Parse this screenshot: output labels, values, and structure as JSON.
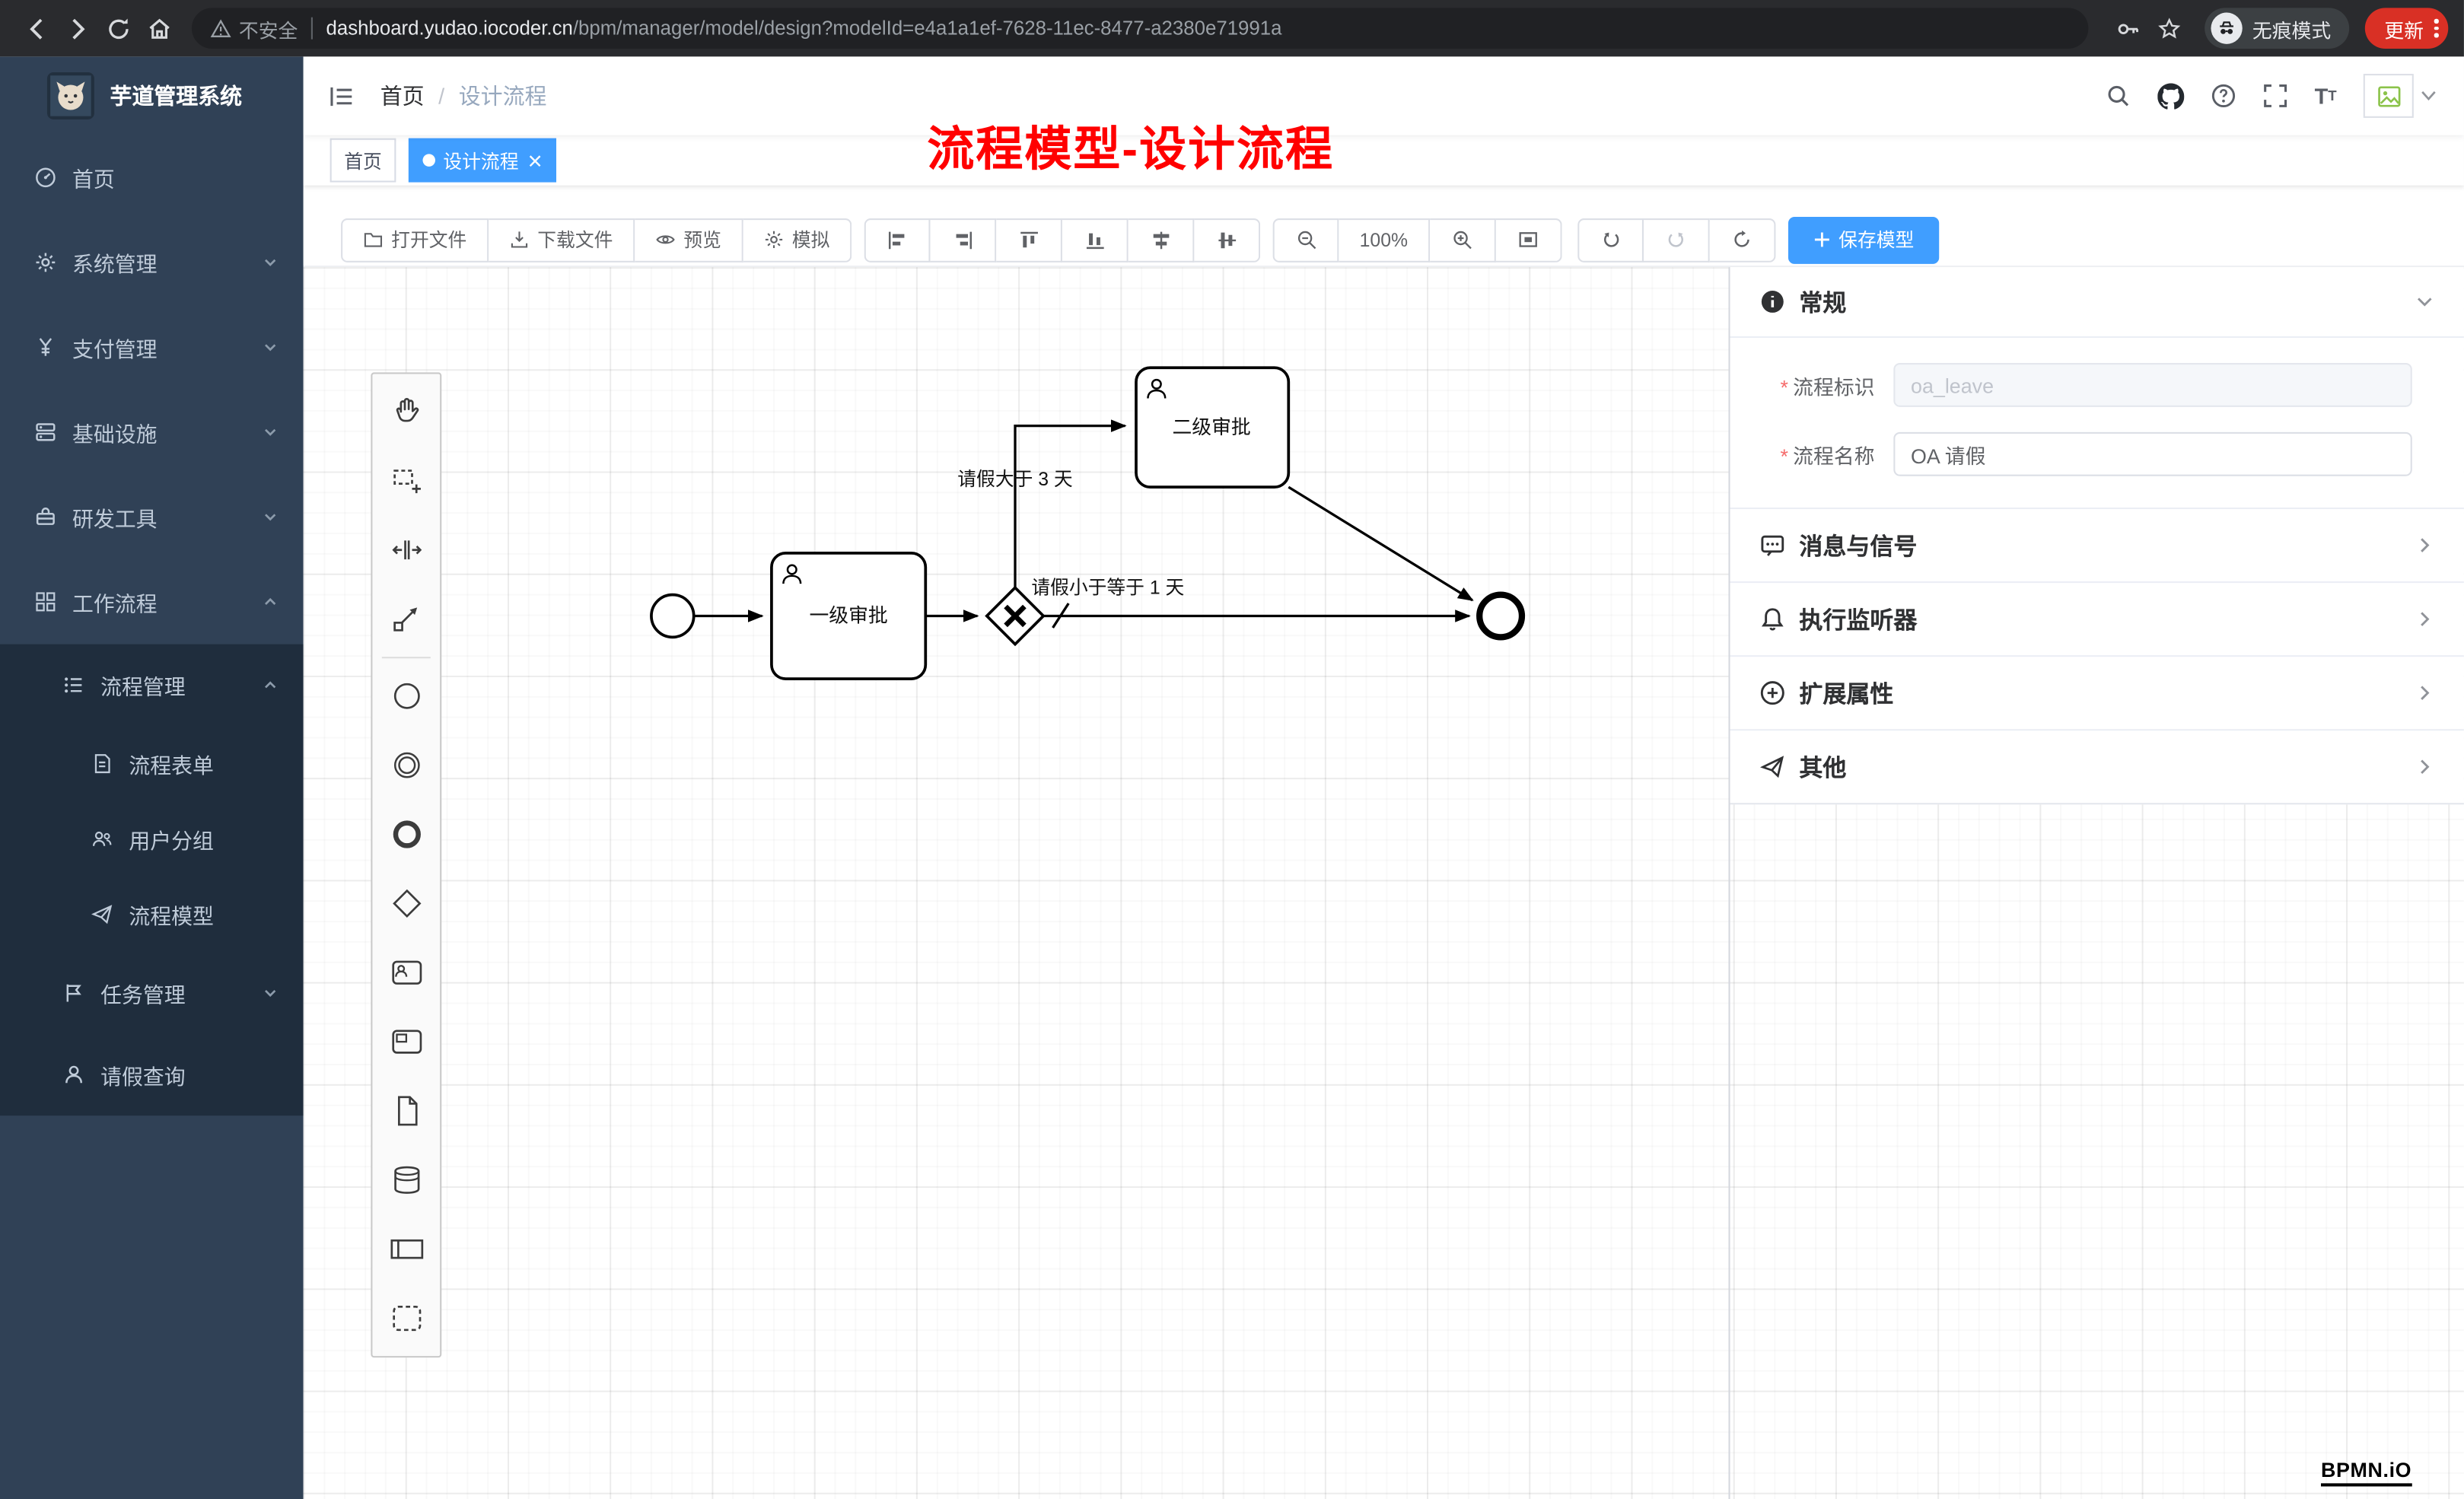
{
  "browser": {
    "security_label": "不安全",
    "url_host": "dashboard.yudao.iocoder.cn",
    "url_path": "/bpm/manager/model/design?modelId=e4a1a1ef-7628-11ec-8477-a2380e71991a",
    "incognito_label": "无痕模式",
    "update_label": "更新"
  },
  "sidebar": {
    "logo_title": "芋道管理系统",
    "items": [
      {
        "label": "首页"
      },
      {
        "label": "系统管理"
      },
      {
        "label": "支付管理"
      },
      {
        "label": "基础设施"
      },
      {
        "label": "研发工具"
      },
      {
        "label": "工作流程"
      },
      {
        "label": "流程管理"
      },
      {
        "label": "流程表单"
      },
      {
        "label": "用户分组"
      },
      {
        "label": "流程模型"
      },
      {
        "label": "任务管理"
      },
      {
        "label": "请假查询"
      }
    ]
  },
  "navbar": {
    "breadcrumb_home": "首页",
    "breadcrumb_sep": "/",
    "breadcrumb_current": "设计流程"
  },
  "annotation": "流程模型-设计流程",
  "tags": {
    "home": "首页",
    "active": "设计流程"
  },
  "toolbar": {
    "open": "打开文件",
    "download": "下载文件",
    "preview": "预览",
    "simulate": "模拟",
    "zoom_level": "100%",
    "save": "保存模型"
  },
  "diagram": {
    "task1": "一级审批",
    "task2": "二级审批",
    "flow_gt": "请假大于 3 天",
    "flow_le": "请假小于等于 1 天"
  },
  "panel": {
    "general_title": "常规",
    "field_key_label": "流程标识",
    "field_key_value": "oa_leave",
    "field_name_label": "流程名称",
    "field_name_value": "OA 请假",
    "sections": [
      {
        "label": "消息与信号"
      },
      {
        "label": "执行监听器"
      },
      {
        "label": "扩展属性"
      },
      {
        "label": "其他"
      }
    ]
  },
  "watermark": "BPMN.iO",
  "colors": {
    "accent": "#409eff",
    "sidebar_bg": "#304156",
    "submenu_bg": "#1f2d3d",
    "annotation": "#ff0000",
    "update_button": "#d93025",
    "required": "#f56c6c"
  }
}
